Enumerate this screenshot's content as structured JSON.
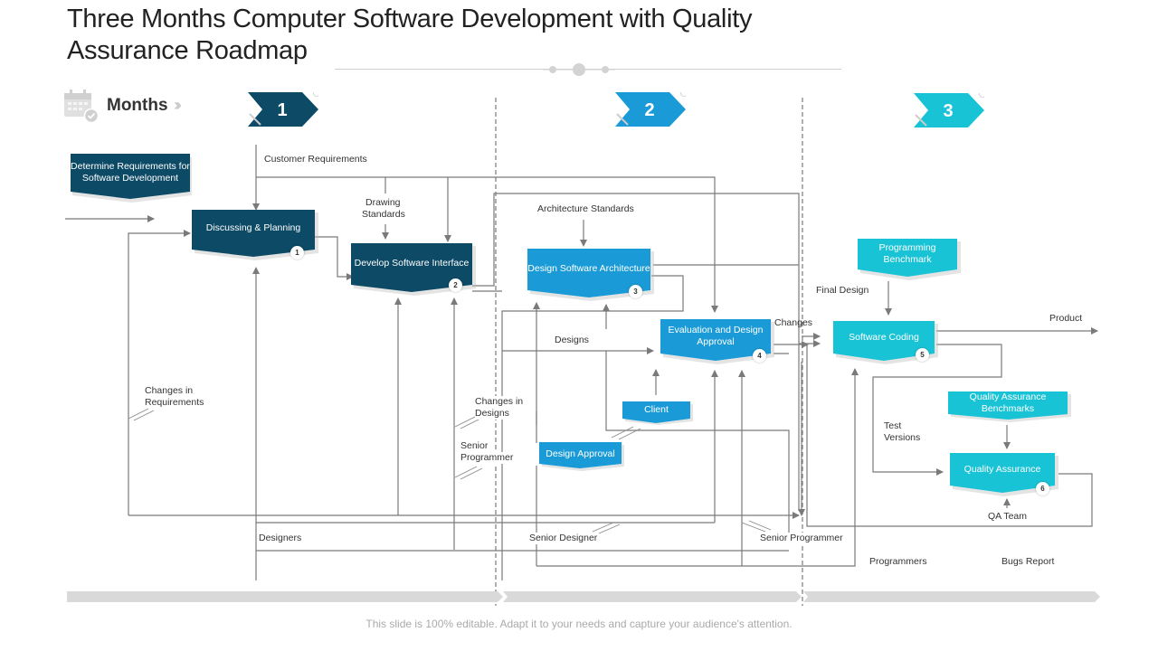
{
  "title": "Three Months Computer Software Development with Quality Assurance Roadmap",
  "header": {
    "months_label": "Months",
    "months_chevrons": "››››",
    "calendar_icon": "calendar-check-icon"
  },
  "month_tags": [
    {
      "number": "1",
      "color": "#0d4a66"
    },
    {
      "number": "2",
      "color": "#1a9bd7"
    },
    {
      "number": "3",
      "color": "#19c3d6"
    }
  ],
  "colors": {
    "dark_blue": "#0d4a66",
    "mid_blue": "#1a9bd7",
    "cyan": "#19c3d6",
    "line": "#7a7a7a",
    "timeline_bar": "#d9d9d9"
  },
  "process_boxes": [
    {
      "id": "determine",
      "label": "Determine Requirements for Software Development",
      "step": ""
    },
    {
      "id": "discussing",
      "label": "Discussing & Planning",
      "step": "1"
    },
    {
      "id": "develop-interface",
      "label": "Develop Software Interface",
      "step": "2"
    },
    {
      "id": "design-architecture",
      "label": "Design Software Architecture",
      "step": "3"
    },
    {
      "id": "evaluation",
      "label": "Evaluation and Design Approval",
      "step": "4"
    },
    {
      "id": "software-coding",
      "label": "Software Coding",
      "step": "5"
    },
    {
      "id": "quality-assurance",
      "label": "Quality Assurance",
      "step": "6"
    },
    {
      "id": "programming-benchmark",
      "label": "Programming Benchmark",
      "step": ""
    },
    {
      "id": "qa-benchmarks",
      "label": "Quality Assurance Benchmarks",
      "step": ""
    },
    {
      "id": "client",
      "label": "Client",
      "step": ""
    },
    {
      "id": "design-approval",
      "label": "Design Approval",
      "step": ""
    }
  ],
  "flow_labels": {
    "customer_requirements": "Customer Requirements",
    "drawing_standards_1": "Drawing",
    "drawing_standards_2": "Standards",
    "architecture_standards": "Architecture Standards",
    "final_design": "Final Design",
    "changes": "Changes",
    "product": "Product",
    "designs": "Designs",
    "changes_in_requirements_1": "Changes in",
    "changes_in_requirements_2": "Requirements",
    "changes_in_designs_1": "Changes in",
    "changes_in_designs_2": "Designs",
    "senior_programmer_1": "Senior",
    "senior_programmer_2": "Programmer",
    "test_versions_1": "Test",
    "test_versions_2": "Versions",
    "qa_team": "QA Team",
    "designers": "Designers",
    "senior_designer": "Senior Designer",
    "senior_programmer_bottom": "Senior Programmer",
    "programmers": "Programmers",
    "bugs_report": "Bugs Report"
  },
  "footer": "This slide is 100% editable. Adapt it to your needs and capture your audience's attention."
}
